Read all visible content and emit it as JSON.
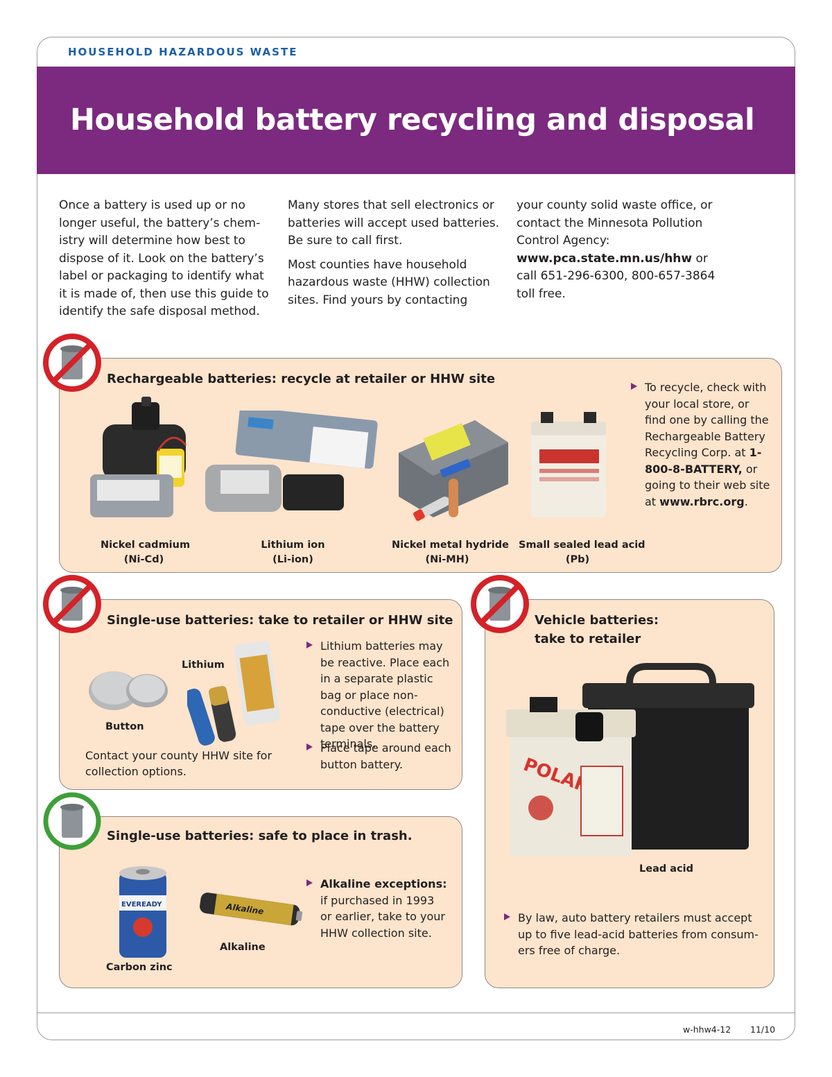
{
  "header": {
    "kicker": "HOUSEHOLD HAZARDOUS WASTE",
    "title": "Household battery recycling and disposal"
  },
  "intro": {
    "col1": "Once a battery is used up or no longer useful, the battery’s chem-istry will determine how best to dispose of it. Look on the battery’s label or packaging to identify what it is made of, then use this guide to identify the safe disposal method.",
    "col2_p1": "Many stores that sell electronics or batteries will accept used batteries. Be sure to call first.",
    "col2_p2": "Most counties have household hazardous waste (HHW) collection sites. Find yours by contacting",
    "col3_a": "your county solid waste office, or contact the Minnesota Pollution Control Agency: ",
    "col3_url": "www.pca.state.mn.us/hhw",
    "col3_b": " or call 651-296-6300, 800-657-3864 toll free."
  },
  "rechargeable": {
    "title": "Rechargeable batteries: recycle at retailer or HHW site",
    "bullet_a": "To recycle,  check with your local store, or find one by calling the Rechargeable Battery Recycling Corp. at ",
    "bullet_phone": "1-800-8-BATTERY,",
    "bullet_b": " or going to their web site at ",
    "bullet_url": "www.rbrc.org",
    "bullet_end": ".",
    "items": [
      {
        "name": "Nickel cadmium",
        "code": "(Ni-Cd)"
      },
      {
        "name": "Lithium ion",
        "code": "(Li-ion)"
      },
      {
        "name": "Nickel metal hydride",
        "code": "(Ni-MH)"
      },
      {
        "name": "Small sealed lead acid",
        "code": "(Pb)"
      }
    ]
  },
  "single_use_hazard": {
    "title": "Single-use batteries: take to retailer or HHW site",
    "label_lithium": "Lithium",
    "label_button": "Button",
    "contact_note": "Contact your county HHW site for collection options.",
    "bullets": [
      "Lithium batteries may be reactive. Place each in a separate plastic bag or place non-conductive (electrical) tape over the battery terminals.",
      "Place tape around each button battery."
    ]
  },
  "vehicle": {
    "title_line1": "Vehicle batteries:",
    "title_line2": "take to retailer",
    "label": "Lead acid",
    "bullet": "By law, auto battery retailers must accept up to five lead-acid batteries from consum-ers free of charge.",
    "brand_front": "POLARIS"
  },
  "trash": {
    "title": "Single-use batteries: safe to place in trash.",
    "label_carbon": "Carbon zinc",
    "label_alkaline": "Alkaline",
    "bullet_bold": "Alkaline exceptions:",
    "bullet_rest": " if purchased in 1993 or earlier, take to your HHW collection site.",
    "brand_carbon": "EVEREADY",
    "brand_alkaline": "Alkaline"
  },
  "footer": {
    "code": "w-hhw4-12",
    "date": "11/10"
  },
  "colors": {
    "banner": "#7b2a7f",
    "kicker": "#1b5fa8",
    "panel": "#fde4cc",
    "prohibited": "#d32228",
    "allowed": "#3f9f3a"
  },
  "icons": {
    "prohibited": "no-trash-icon",
    "allowed": "trash-ok-icon"
  }
}
